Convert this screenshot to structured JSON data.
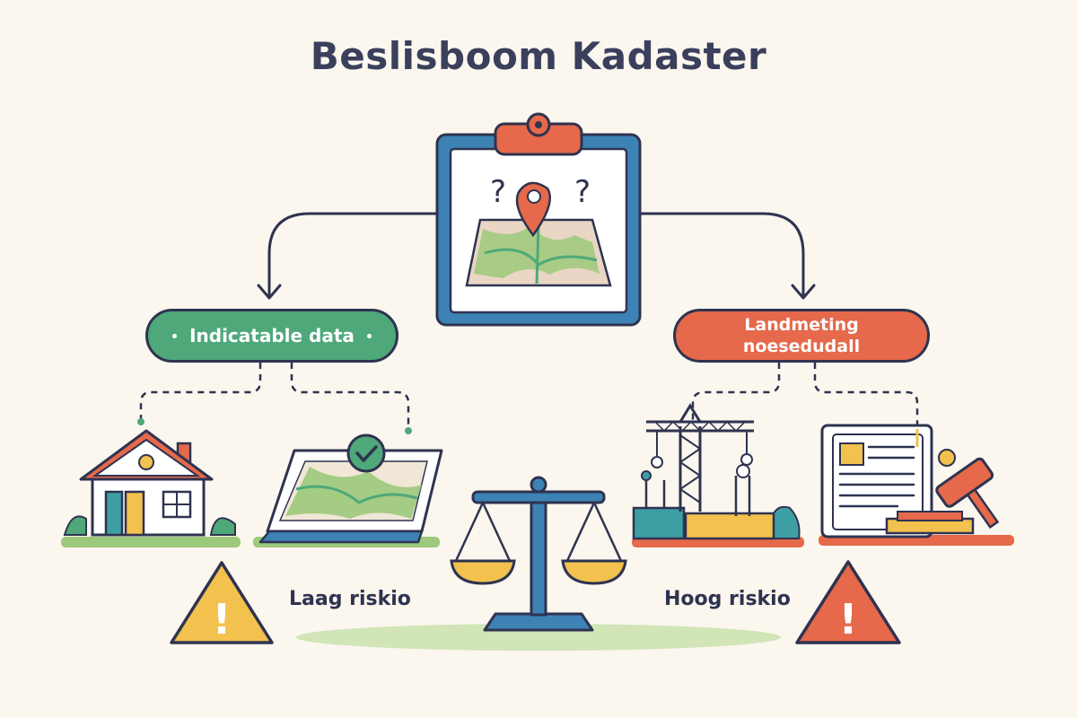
{
  "title": "Beslisboom Kadaster",
  "root": {
    "icon": "clipboard-map-icon",
    "marks": [
      "?",
      "?"
    ]
  },
  "left_branch": {
    "label": "Indicatable data",
    "color": "#4fa87a",
    "children": [
      {
        "icon": "house-icon"
      },
      {
        "icon": "approved-map-icon"
      }
    ],
    "risk_label": "Laag riskio",
    "warning_color": "#f2c14e"
  },
  "right_branch": {
    "label_line1": "Landmeting",
    "label_line2": "noesedudall",
    "color": "#e5694a",
    "children": [
      {
        "icon": "construction-crane-icon"
      },
      {
        "icon": "legal-document-gavel-icon"
      }
    ],
    "risk_label": "Hoog riskio",
    "warning_color": "#e5694a"
  },
  "center": {
    "icon": "balance-scale-icon"
  },
  "warning_mark": "!"
}
